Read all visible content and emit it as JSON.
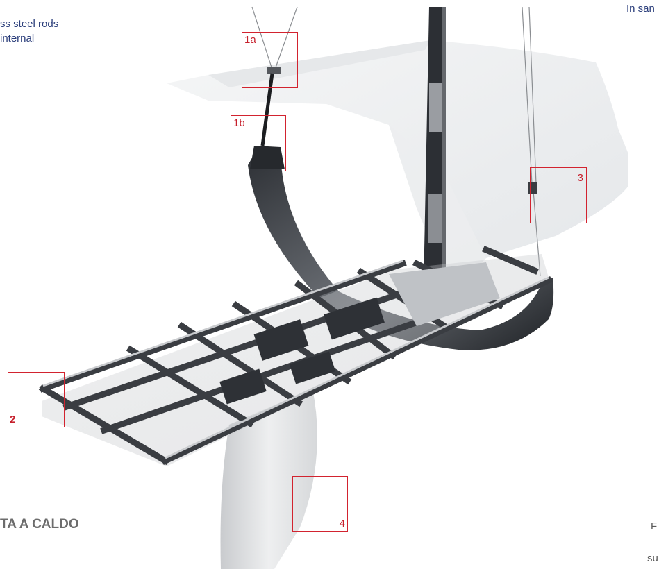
{
  "description": {
    "lines": [
      "ss steel rods",
      "internal"
    ]
  },
  "top_right_text": "In san",
  "callouts": {
    "c1a": "1a",
    "c1b": "1b",
    "c2": "2",
    "c3": "3",
    "c4": "4"
  },
  "section_heading": "TA A CALDO",
  "bottom_right_text": {
    "line1": "F",
    "line2": "su"
  },
  "colors": {
    "callout": "#d2232f",
    "text_blue": "#2a3d7a"
  }
}
